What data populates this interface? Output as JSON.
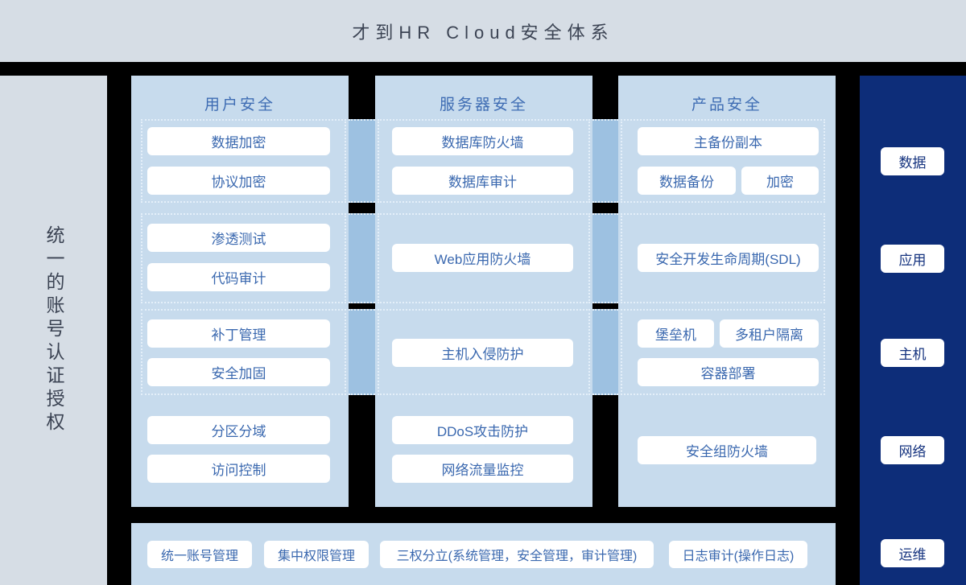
{
  "title": "才到HR Cloud安全体系",
  "left_sidebar": {
    "label": "统一的账号认证授权"
  },
  "columns": [
    {
      "header": "用户安全",
      "bands": [
        {
          "buttons": [
            "数据加密",
            "协议加密"
          ]
        },
        {
          "buttons": [
            "渗透测试",
            "代码审计"
          ]
        },
        {
          "buttons": [
            "补丁管理",
            "安全加固"
          ]
        },
        {
          "buttons": [
            "分区分域",
            "访问控制"
          ]
        }
      ]
    },
    {
      "header": "服务器安全",
      "bands": [
        {
          "buttons": [
            "数据库防火墙",
            "数据库审计"
          ]
        },
        {
          "buttons": [
            "Web应用防火墙"
          ]
        },
        {
          "buttons": [
            "主机入侵防护"
          ]
        },
        {
          "buttons": [
            "DDoS攻击防护",
            "网络流量监控"
          ]
        }
      ]
    },
    {
      "header": "产品安全",
      "bands": [
        {
          "buttons": [
            "主备份副本",
            "数据备份",
            "加密"
          ]
        },
        {
          "buttons": [
            "安全开发生命周期(SDL)"
          ]
        },
        {
          "buttons": [
            "堡垒机",
            "多租户隔离",
            "容器部署"
          ]
        },
        {
          "buttons": [
            "安全组防火墙"
          ]
        }
      ]
    }
  ],
  "right_sidebar": {
    "items": [
      "数据",
      "应用",
      "主机",
      "网络",
      "运维"
    ]
  },
  "bottom_bar": {
    "items": [
      "统一账号管理",
      "集中权限管理",
      "三权分立(系统管理，安全管理，审计管理)",
      "日志审计(操作日志)"
    ]
  },
  "colors": {
    "background": "#000000",
    "header_bg": "#d6dde5",
    "column_bg": "#c7dbed",
    "connector": "#9dc1e1",
    "navy_sidebar": "#0d2d79",
    "accent_text_blue": "#3e6cb3",
    "title_text": "#3b4353"
  }
}
